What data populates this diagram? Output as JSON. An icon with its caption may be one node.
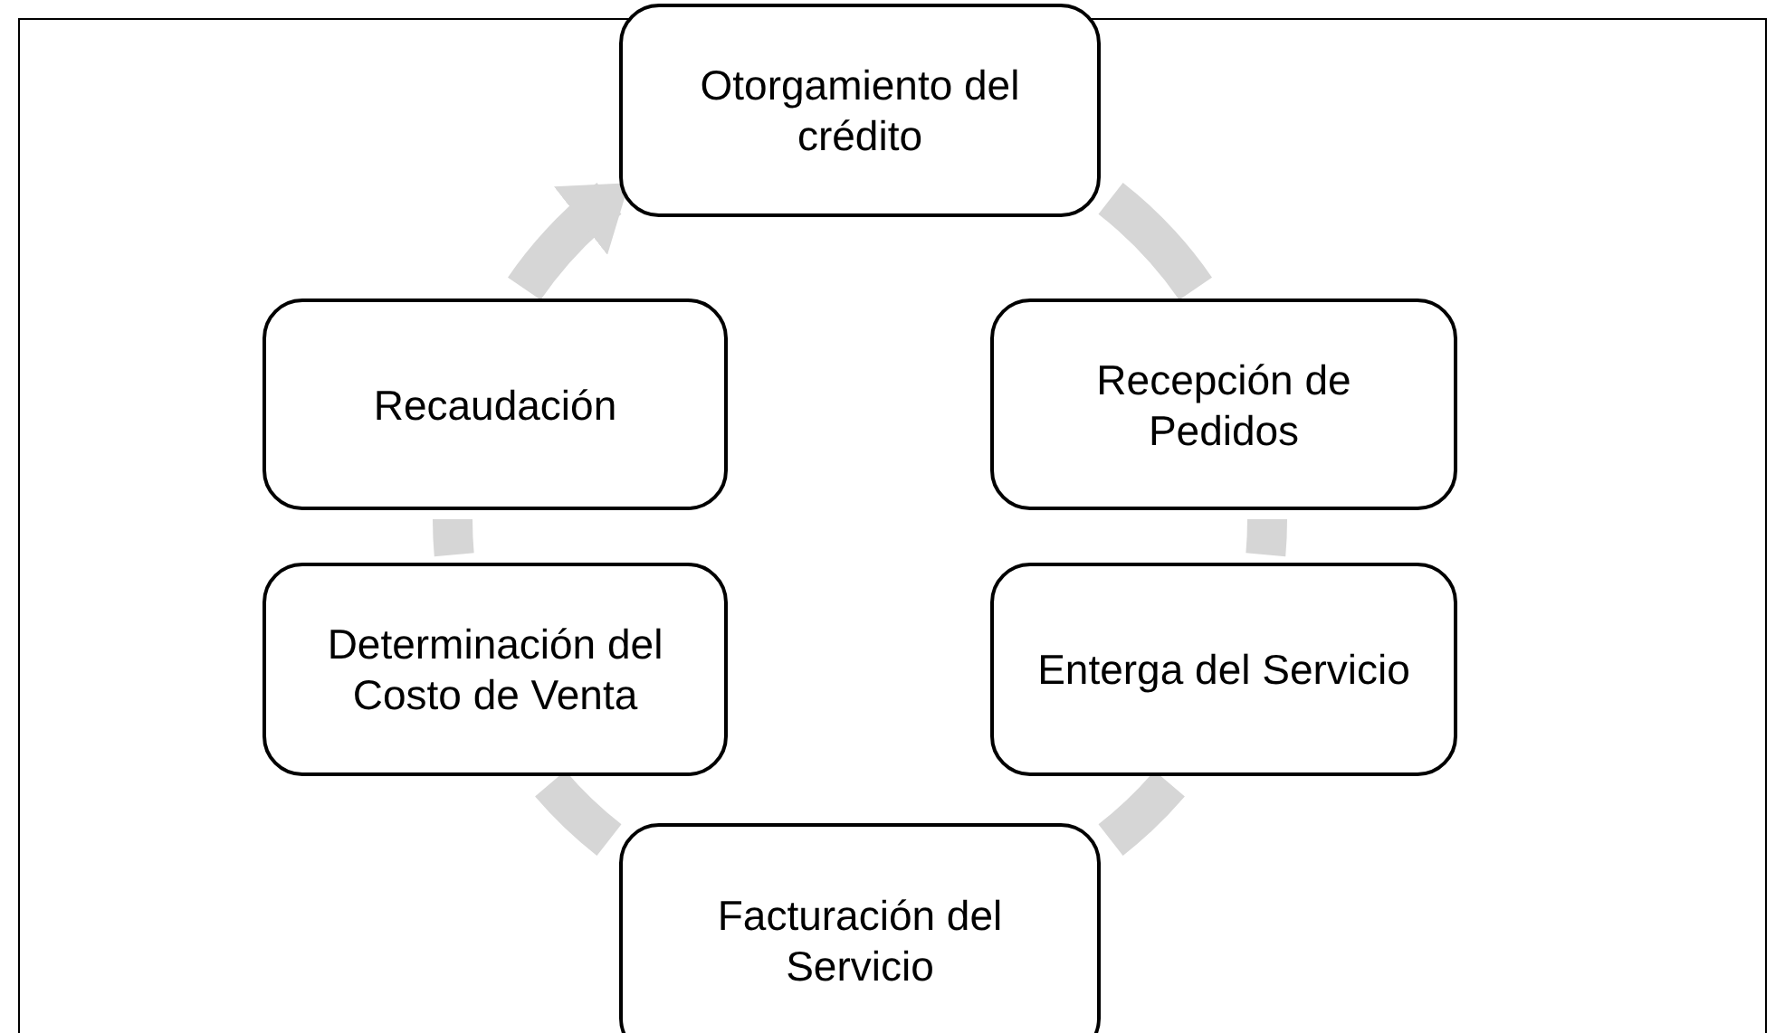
{
  "diagram": {
    "nodes": [
      {
        "text": [
          "Otorgamiento del crédito"
        ]
      },
      {
        "text": [
          "Recepción de Pedidos"
        ]
      },
      {
        "text": [
          "Enterga del Servicio"
        ]
      },
      {
        "text": [
          "Facturación del Servicio"
        ]
      },
      {
        "text": [
          "Determinación del Costo de Venta"
        ]
      },
      {
        "text": [
          "Recaudación"
        ]
      }
    ],
    "edges": [
      {
        "from": 0,
        "to": 1,
        "arrow": "none"
      },
      {
        "from": 1,
        "to": 2,
        "arrow": "none"
      },
      {
        "from": 2,
        "to": 3,
        "arrow": "none"
      },
      {
        "from": 3,
        "to": 4,
        "arrow": "none"
      },
      {
        "from": 4,
        "to": 5,
        "arrow": "none"
      },
      {
        "from": 5,
        "to": 0,
        "arrow": "to"
      }
    ]
  }
}
